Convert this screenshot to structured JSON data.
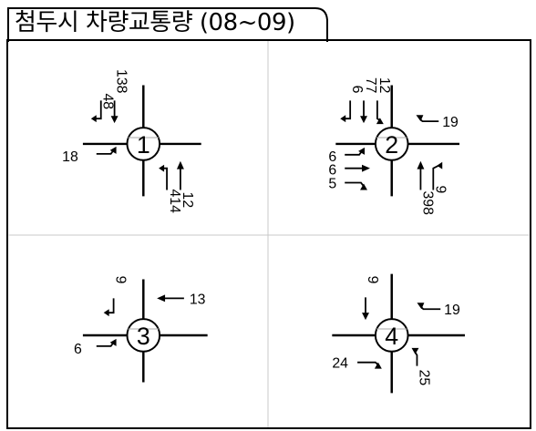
{
  "title": "첨두시 차량교통량 (08~09)",
  "colors": {
    "line": "#000000",
    "grid": "#c8c8c8",
    "circle_line": "#aaaaaa"
  },
  "intersections": [
    {
      "id": "1",
      "labels": [
        "48",
        "138",
        "18",
        "414",
        "12"
      ]
    },
    {
      "id": "2",
      "labels": [
        "6",
        "77",
        "12",
        "19",
        "6",
        "6",
        "5",
        "398",
        "9"
      ]
    },
    {
      "id": "3",
      "labels": [
        "9",
        "13",
        "6"
      ]
    },
    {
      "id": "4",
      "labels": [
        "9",
        "19",
        "24",
        "25"
      ]
    }
  ]
}
